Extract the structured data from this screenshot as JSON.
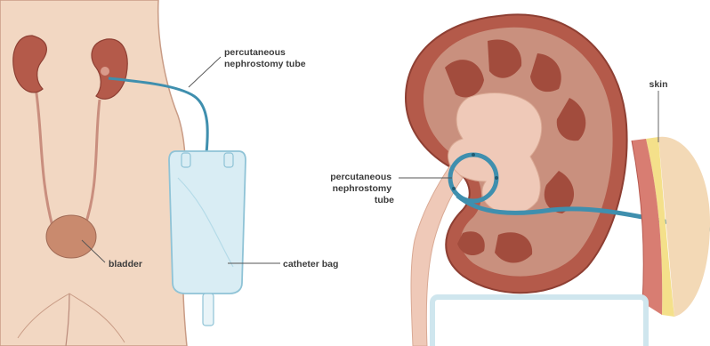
{
  "labels": {
    "left_tube": [
      "percutaneous",
      "nephrostomy tube"
    ],
    "bladder": "bladder",
    "catheter_bag": "catheter bag",
    "skin": "skin",
    "right_tube": [
      "percutaneous",
      "nephrostomy",
      "tube"
    ]
  },
  "colors": {
    "skin_tone": "#f2d7c2",
    "kidney": "#b45a4a",
    "kidney_dark": "#8e3f33",
    "cortex": "#c9907e",
    "pelvis": "#efc9b8",
    "tube": "#3f8fae",
    "bag": "#d9edf4",
    "bag_edge": "#8fc3d6",
    "label": "#3b3b3b"
  }
}
